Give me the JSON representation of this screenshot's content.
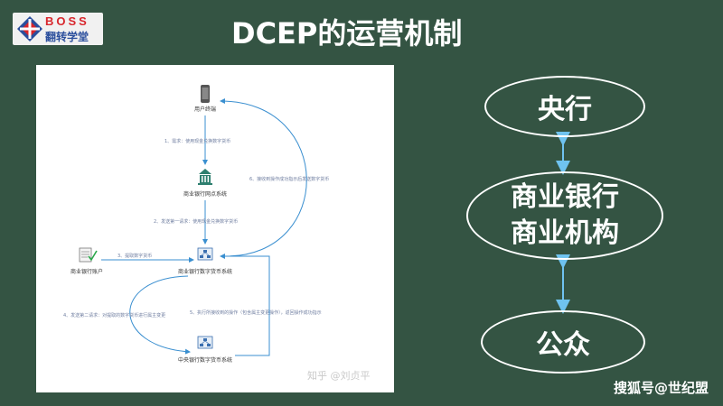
{
  "logo": {
    "brand": "BOSS",
    "subtitle": "翻转学堂"
  },
  "title": "DCEP的运营机制",
  "figure": {
    "nodes": {
      "user_terminal": "用户终端",
      "branch_system": "商业银行网点系统",
      "bank_account": "商业银行账户",
      "bank_dc_system": "商业银行数字货币系统",
      "central_dc_system": "中央银行数字货币系统"
    },
    "edges": {
      "e1": "1、需求：使用现金兑换数字货币",
      "e2": "2、发送第一请求：使用现金兑换数字货币",
      "e3": "3、提取数字货币",
      "e4": "4、发送第二请求：对提取的数字货币进行属主变更",
      "e5": "5、执行所接收到的操作（包含属主变更操作），返回操作成功指示",
      "e6": "6、接收到操作成功指示后发送数字货币"
    },
    "watermark": "知乎 @刘贞平"
  },
  "right_diagram": {
    "central_bank": "央行",
    "bank_line1": "商业银行",
    "bank_line2": "商业机构",
    "public": "公众"
  },
  "credit": "搜狐号@世纪盟",
  "colors": {
    "background": "#345443",
    "arrow": "#3a8fd0",
    "brand_red": "#d8262c",
    "brand_blue": "#2b4f9d"
  }
}
